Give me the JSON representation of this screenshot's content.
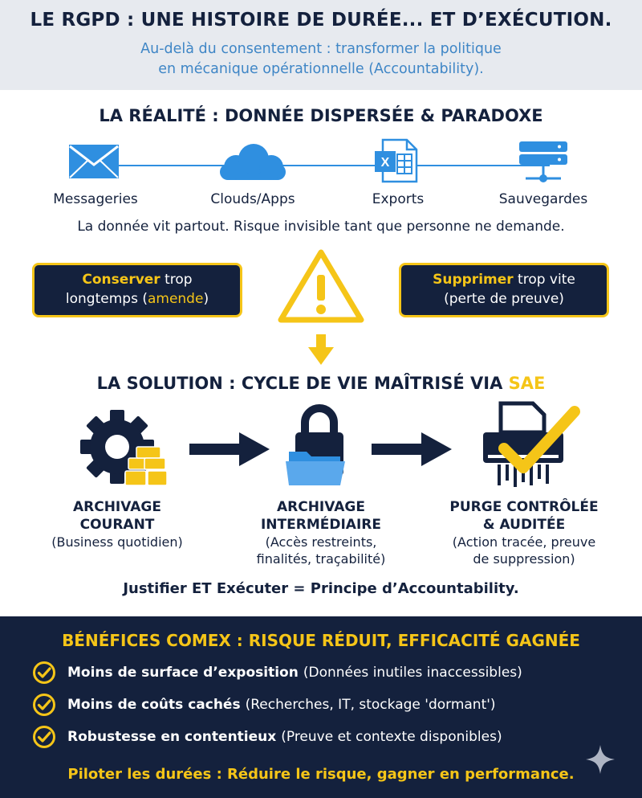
{
  "header": {
    "title": "LE RGPD : UNE HISTOIRE DE DURÉE... ET D’EXÉCUTION.",
    "subtitle_line1": "Au-delà du consentement : transformer la politique",
    "subtitle_line2": "en mécanique opérationnelle (Accountability)."
  },
  "reality": {
    "title": "LA RÉALITÉ : DONNÉE DISPERSÉE & PARADOXE",
    "sources": [
      {
        "label": "Messageries",
        "icon": "mail-icon"
      },
      {
        "label": "Clouds/Apps",
        "icon": "cloud-icon"
      },
      {
        "label": "Exports",
        "icon": "excel-file-icon"
      },
      {
        "label": "Sauvegardes",
        "icon": "server-icon"
      }
    ],
    "statement": "La donnée vit partout. Risque invisible tant que personne ne demande.",
    "paradox_left": {
      "bold": "Conserver",
      "rest": " trop",
      "line2_pre": "longtemps (",
      "line2_accent": "amende",
      "line2_post": ")"
    },
    "paradox_right": {
      "bold": "Supprimer",
      "rest": " trop vite",
      "line2": "(perte de preuve)"
    }
  },
  "solution": {
    "title_pre": "LA SOLUTION : CYCLE DE VIE MAÎTRISÉ VIA ",
    "title_accent": "SAE",
    "steps": [
      {
        "title1": "ARCHIVAGE",
        "title2": "COURANT",
        "desc1": "(Business quotidien)",
        "desc2": "",
        "icon": "gear-icon"
      },
      {
        "title1": "ARCHIVAGE",
        "title2": "INTERMÉDIAIRE",
        "desc1": "(Accès restreints,",
        "desc2": "finalités, traçabilité)",
        "icon": "lock-folder-icon"
      },
      {
        "title1": "PURGE CONTRÔLÉE",
        "title2": "& AUDITÉE",
        "desc1": "(Action tracée, preuve",
        "desc2": "de suppression)",
        "icon": "shredder-check-icon"
      }
    ],
    "principle": "Justifier ET Exécuter = Principe d’Accountability."
  },
  "benefits": {
    "title": "BÉNÉFICES COMEX : RISQUE RÉDUIT, EFFICACITÉ GAGNÉE",
    "items": [
      {
        "bold": "Moins de surface d’exposition",
        "rest": "(Données inutiles inaccessibles)"
      },
      {
        "bold": "Moins de coûts cachés",
        "rest": "(Recherches, IT, stockage 'dormant')"
      },
      {
        "bold": "Robustesse en contentieux",
        "rest": "(Preuve et contexte disponibles)"
      }
    ],
    "footer": "Piloter les durées : Réduire le risque, gagner en performance."
  },
  "colors": {
    "navy": "#14213d",
    "yellow": "#f5c518",
    "blue": "#2f8fe0",
    "light_blue": "#3f86c6"
  }
}
